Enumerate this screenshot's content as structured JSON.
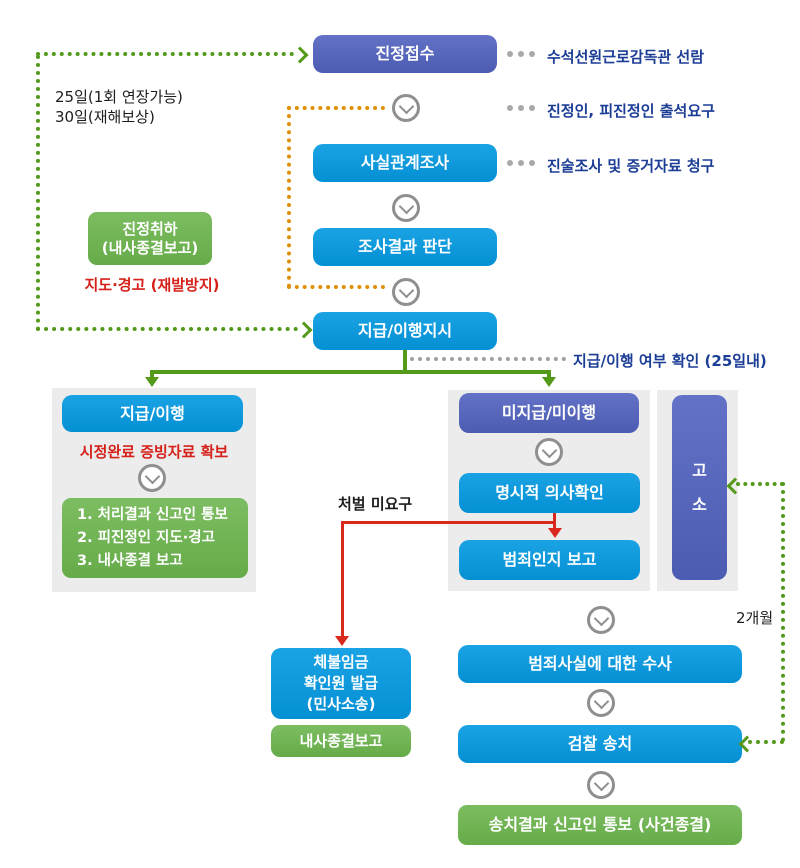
{
  "top_flow": {
    "steps": [
      "진정접수",
      "사실관계조사",
      "조사결과 판단",
      "지급/이행지시"
    ],
    "annotations": [
      "수석선원근로감독관 선람",
      "진정인, 피진정인 출석요구",
      "진술조사 및 증거자료 청구"
    ]
  },
  "left_notes": {
    "deadline_line1": "25일(1회 연장가능)",
    "deadline_line2": "30일(재해보상)",
    "withdraw_line1": "진정취하",
    "withdraw_line2": "(내사종결보고)",
    "guidance_warning": "지도·경고 (재발방지)"
  },
  "check_note": "지급/이행 여부 확인 (25일내)",
  "paid_branch": {
    "title": "지급/이행",
    "evidence_note": "시정완료 증빙자료 확보",
    "results": [
      "1. 처리결과 신고인 통보",
      "2. 피진정인 지도·경고",
      "3. 내사종결 보고"
    ]
  },
  "unpaid_branch": {
    "title": "미지급/미이행",
    "confirm_step": "명시적 의사확인",
    "report_step": "범죄인지 보고"
  },
  "complaint": {
    "line1": "고",
    "line2": "소",
    "period_note": "2개월"
  },
  "no_punishment": {
    "label": "처벌 미요구",
    "cert_lines": [
      "체불임금",
      "확인원 발급",
      "(민사소송)"
    ],
    "closing": "내사종결보고"
  },
  "criminal_flow": {
    "steps": [
      "범죄사실에 대한 수사",
      "검찰 송치"
    ],
    "final": "송치결과 신고인 통보 (사건종결)"
  },
  "icons": {
    "step_connector": "chevron-down-circle",
    "annotation_marker": "three-dots",
    "dotted_arrow": "chevron-arrowhead",
    "solid_arrow": "triangle-arrowhead"
  },
  "colors": {
    "primary_blue": "#0a96da",
    "slate_blue": "#5565ba",
    "green_box": "#6fb253",
    "line_green": "#55991b",
    "line_orange": "#e08f05",
    "line_gray": "#a0a0a0",
    "accent_red": "#d9281e",
    "note_blue": "#1c3d96",
    "panel_gray": "#ececec"
  }
}
